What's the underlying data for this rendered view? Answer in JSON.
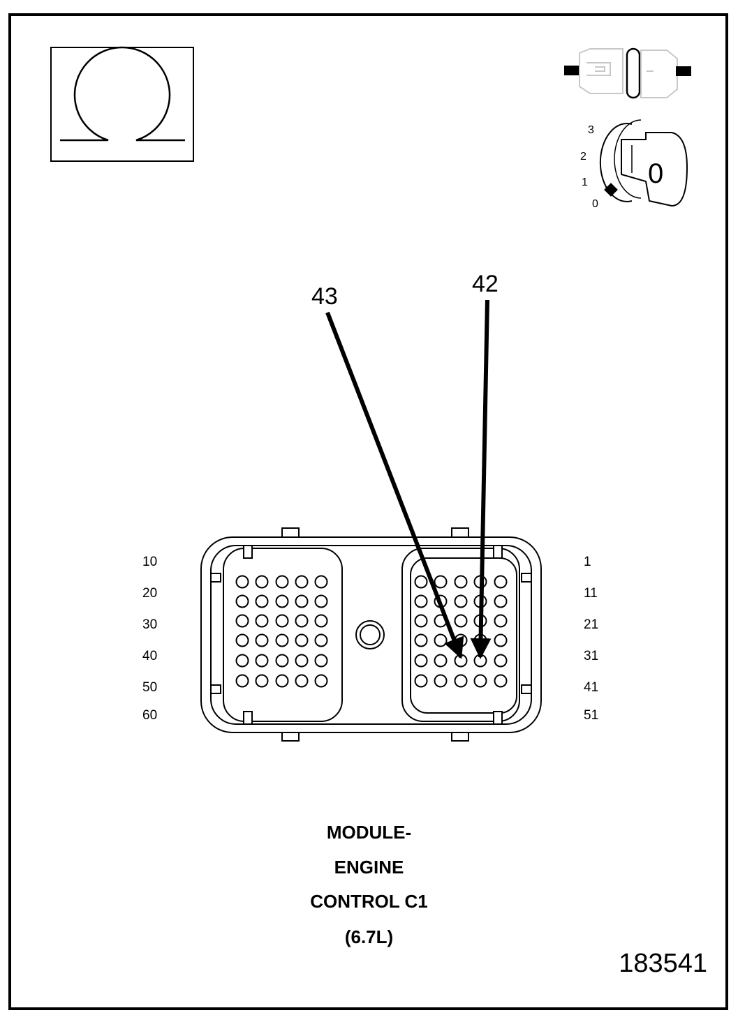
{
  "symbols": {
    "measurement_icon": "ohm-symbol-icon",
    "connector_state_icon": "disconnected-connector-icon",
    "ignition_icon": "ignition-key-icon"
  },
  "ignition": {
    "positions": [
      "3",
      "2",
      "1",
      "0"
    ],
    "key_label": "0"
  },
  "callouts": [
    {
      "terminal": "43"
    },
    {
      "terminal": "42"
    }
  ],
  "connector": {
    "left_row_labels": [
      "10",
      "20",
      "30",
      "40",
      "50",
      "60"
    ],
    "right_row_labels": [
      "1",
      "11",
      "21",
      "31",
      "41",
      "51"
    ]
  },
  "caption": {
    "line1": "MODULE-",
    "line2": "ENGINE",
    "line3": "CONTROL C1",
    "line4": "(6.7L)"
  },
  "figure_id": "183541"
}
